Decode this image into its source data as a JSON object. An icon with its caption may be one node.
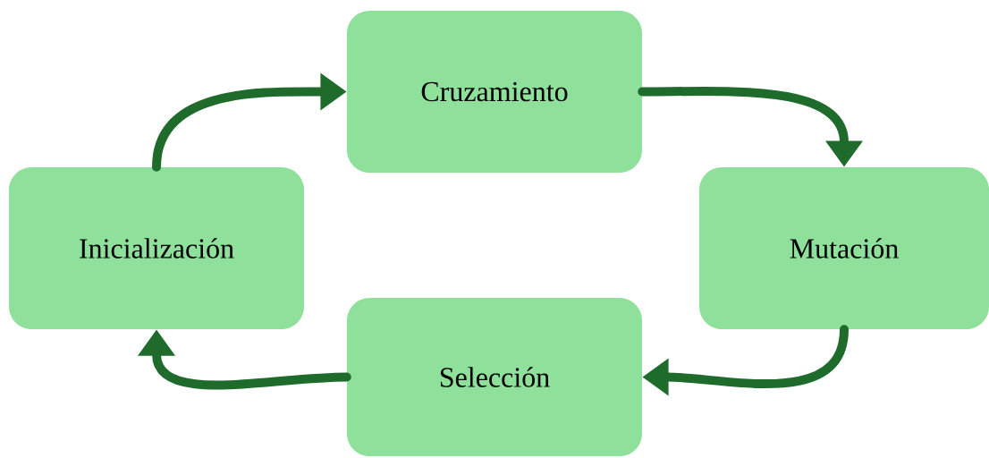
{
  "diagram": {
    "nodes": [
      {
        "text": [
          "Cruzamiento"
        ]
      },
      {
        "text": [
          "Inicialización"
        ]
      },
      {
        "text": [
          "Mutación"
        ]
      },
      {
        "text": [
          "Selección"
        ]
      }
    ],
    "edges": [
      {
        "from": 1,
        "to": 0,
        "arrow": "to"
      },
      {
        "from": 0,
        "to": 2,
        "arrow": "to"
      },
      {
        "from": 2,
        "to": 3,
        "arrow": "to"
      },
      {
        "from": 3,
        "to": 1,
        "arrow": "to"
      }
    ]
  }
}
